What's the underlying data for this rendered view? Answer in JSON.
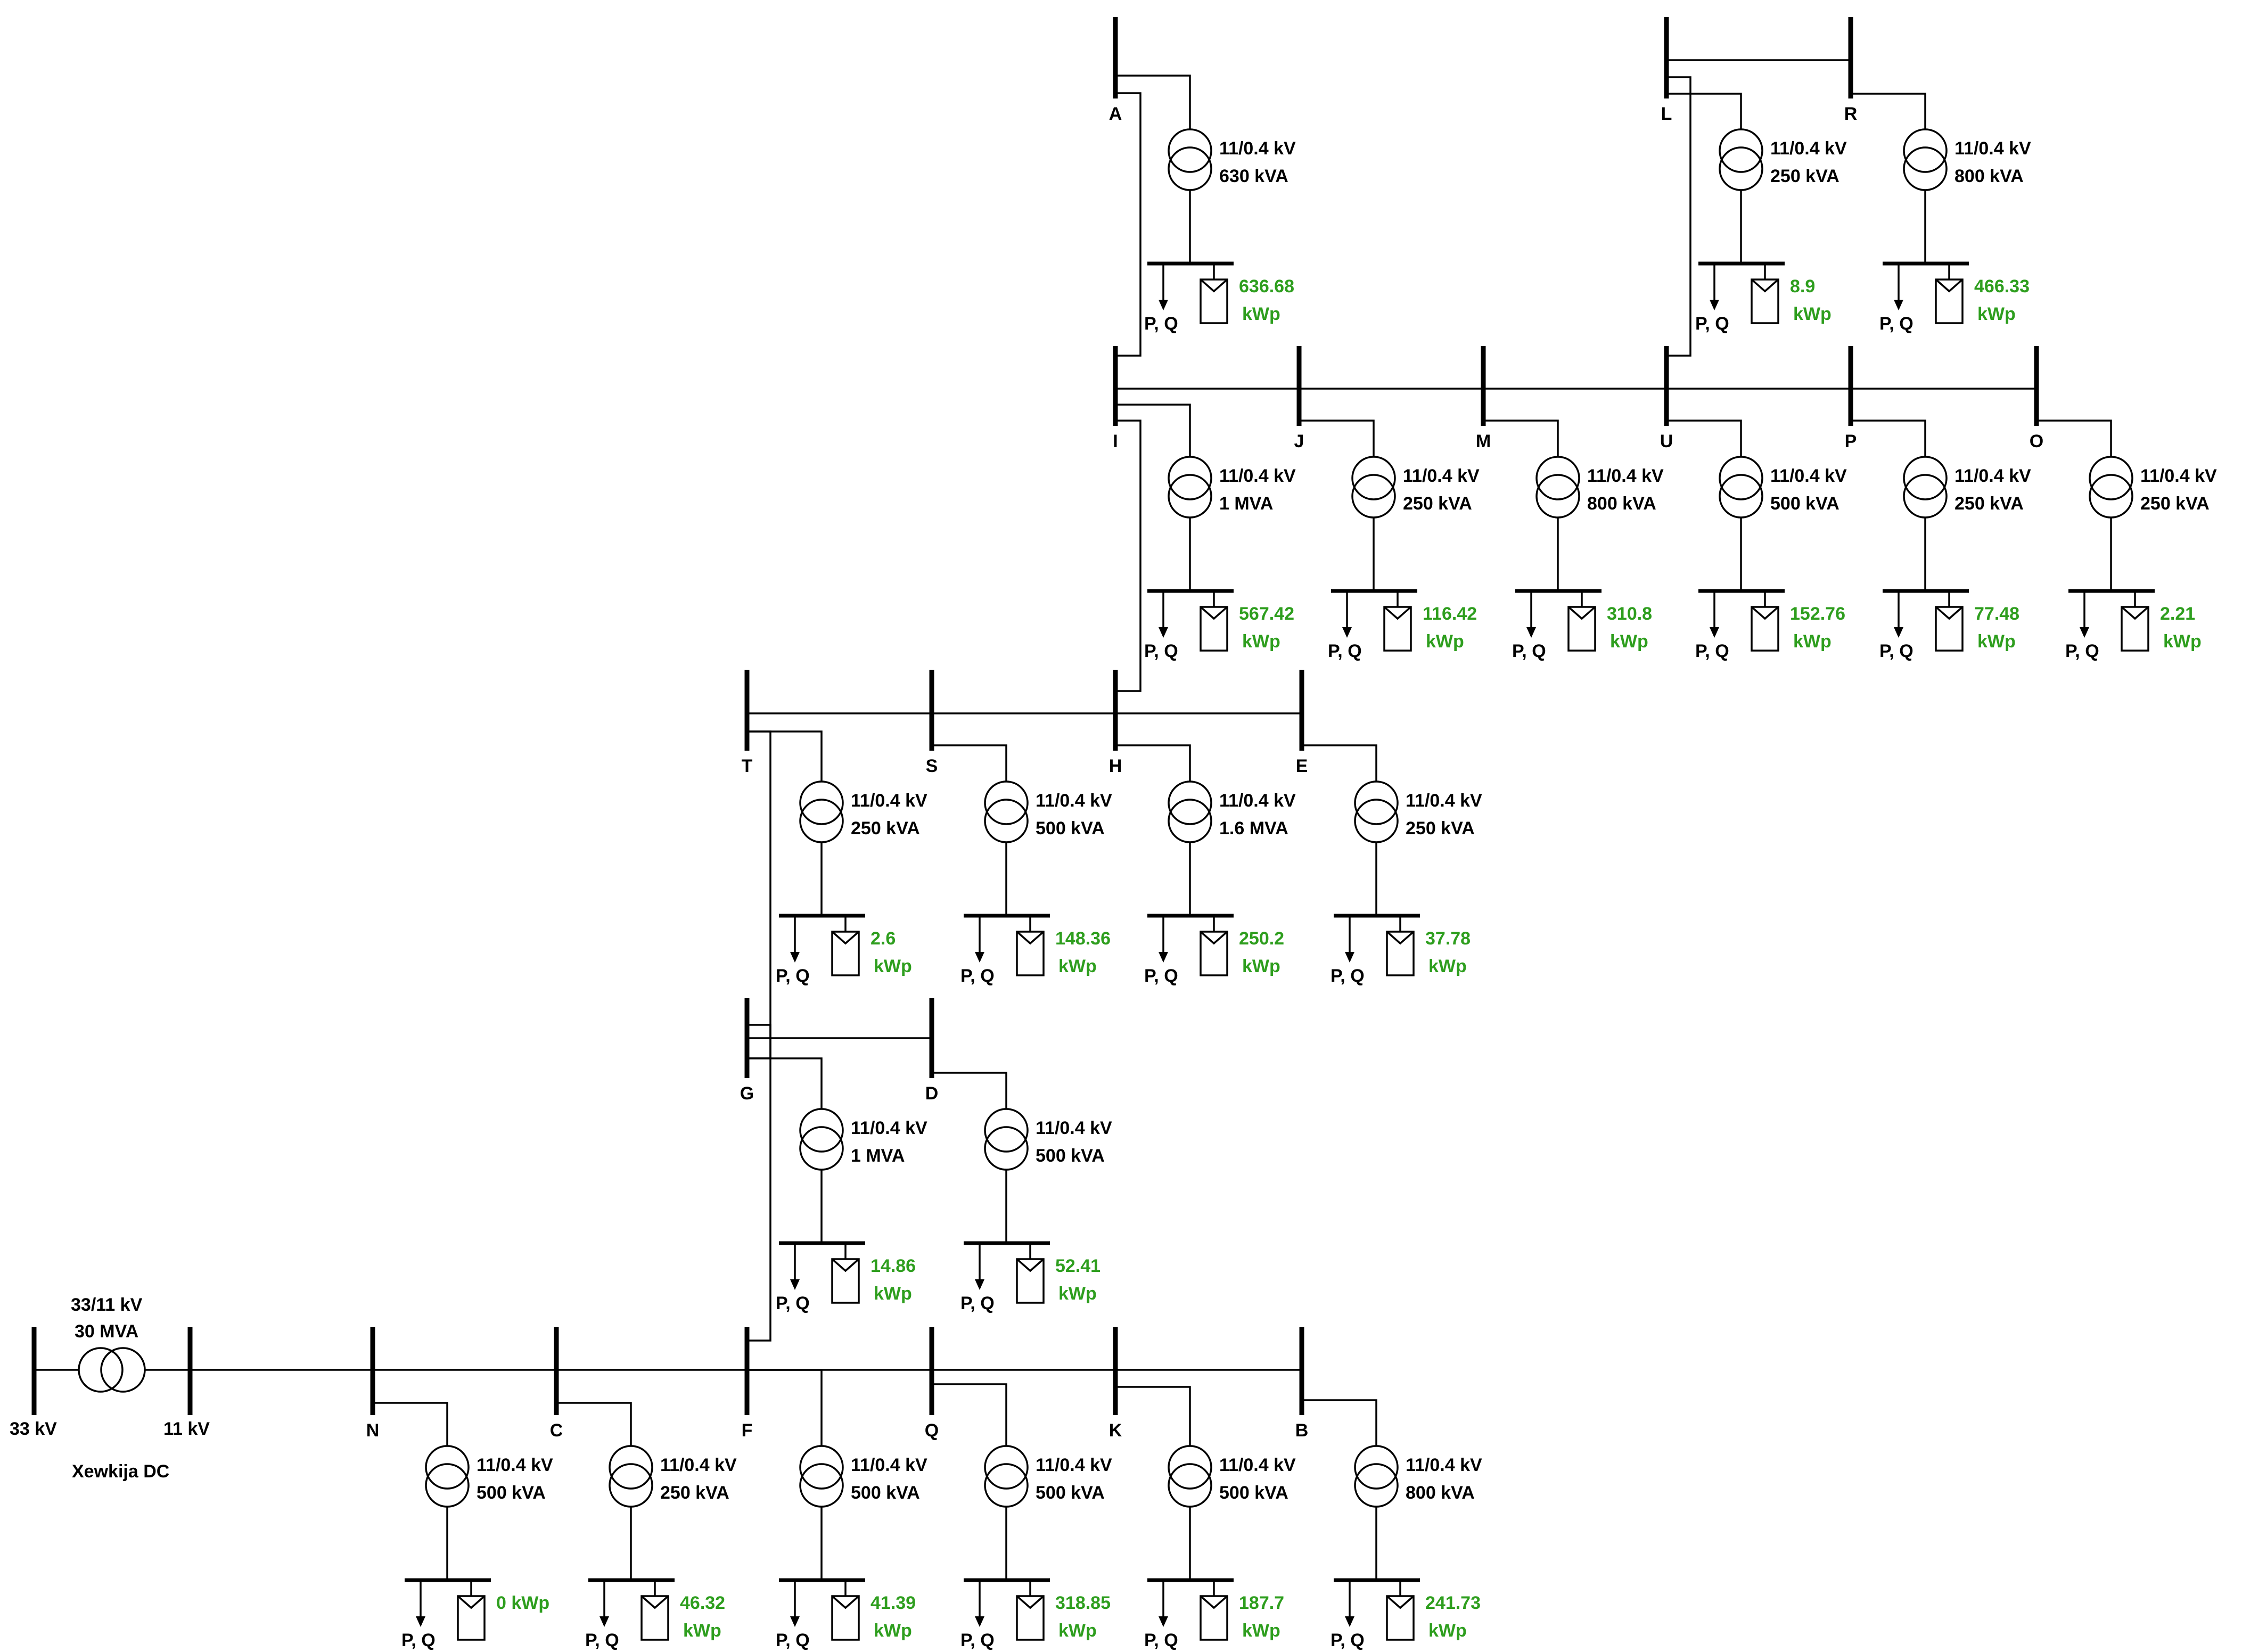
{
  "colors": {
    "line": "#000000",
    "pv_text": "#2e9e1e",
    "background": "#ffffff"
  },
  "icons": {
    "transformer": "two-winding-transformer-icon",
    "load": "load-arrow-icon",
    "pv": "pv-panel-icon"
  },
  "source": {
    "hv_label": "33 kV",
    "lv_label": "11 kV",
    "tx_rating_line1": "33/11 kV",
    "tx_rating_line2": "30 MVA",
    "station_name": "Xewkija DC"
  },
  "load_label": "P, Q",
  "pv_unit": "kWp",
  "tx_voltage": "11/0.4 kV",
  "substations": [
    {
      "bus": "A",
      "rating": "630 kVA",
      "pv": "636.68"
    },
    {
      "bus": "L",
      "rating": "250 kVA",
      "pv": "8.9"
    },
    {
      "bus": "R",
      "rating": "800 kVA",
      "pv": "466.33"
    },
    {
      "bus": "I",
      "rating": "1 MVA",
      "pv": "567.42"
    },
    {
      "bus": "J",
      "rating": "250 kVA",
      "pv": "116.42"
    },
    {
      "bus": "M",
      "rating": "800 kVA",
      "pv": "310.8"
    },
    {
      "bus": "U",
      "rating": "500 kVA",
      "pv": "152.76"
    },
    {
      "bus": "P",
      "rating": "250 kVA",
      "pv": "77.48"
    },
    {
      "bus": "O",
      "rating": "250 kVA",
      "pv": "2.21"
    },
    {
      "bus": "T",
      "rating": "250 kVA",
      "pv": "2.6"
    },
    {
      "bus": "S",
      "rating": "500 kVA",
      "pv": "148.36"
    },
    {
      "bus": "H",
      "rating": "1.6 MVA",
      "pv": "250.2"
    },
    {
      "bus": "E",
      "rating": "250 kVA",
      "pv": "37.78"
    },
    {
      "bus": "G",
      "rating": "1 MVA",
      "pv": "14.86"
    },
    {
      "bus": "D",
      "rating": "500 kVA",
      "pv": "52.41"
    },
    {
      "bus": "N",
      "rating": "500 kVA",
      "pv": "0 kWp"
    },
    {
      "bus": "C",
      "rating": "250 kVA",
      "pv": "46.32"
    },
    {
      "bus": "F",
      "rating": "500 kVA",
      "pv": "41.39"
    },
    {
      "bus": "Q",
      "rating": "500 kVA",
      "pv": "318.85"
    },
    {
      "bus": "K",
      "rating": "500 kVA",
      "pv": "187.7"
    },
    {
      "bus": "B",
      "rating": "800 kVA",
      "pv": "241.73"
    }
  ]
}
